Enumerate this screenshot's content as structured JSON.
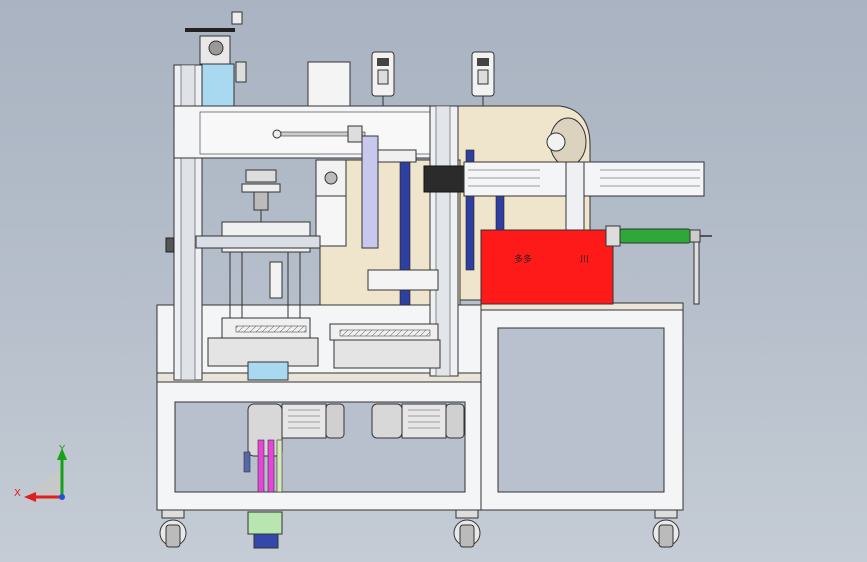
{
  "scene": {
    "background_top": "#a9b3c1",
    "background_bottom": "#c5ccd5",
    "frame_color": "#f4f5f7",
    "frame_stroke": "#3a3a3a",
    "red_box_color": "#ff1a1a",
    "cylinder_color": "#2fa83a",
    "pink_bar_color": "#e646d8",
    "panel_beige": "#efe4cc"
  },
  "red_box": {
    "label_left": "多多",
    "label_right": "川"
  },
  "triad": {
    "x_label": "X",
    "y_label": "Y",
    "x_color": "#e02020",
    "y_color": "#18a018",
    "z_color": "#2050e0"
  }
}
